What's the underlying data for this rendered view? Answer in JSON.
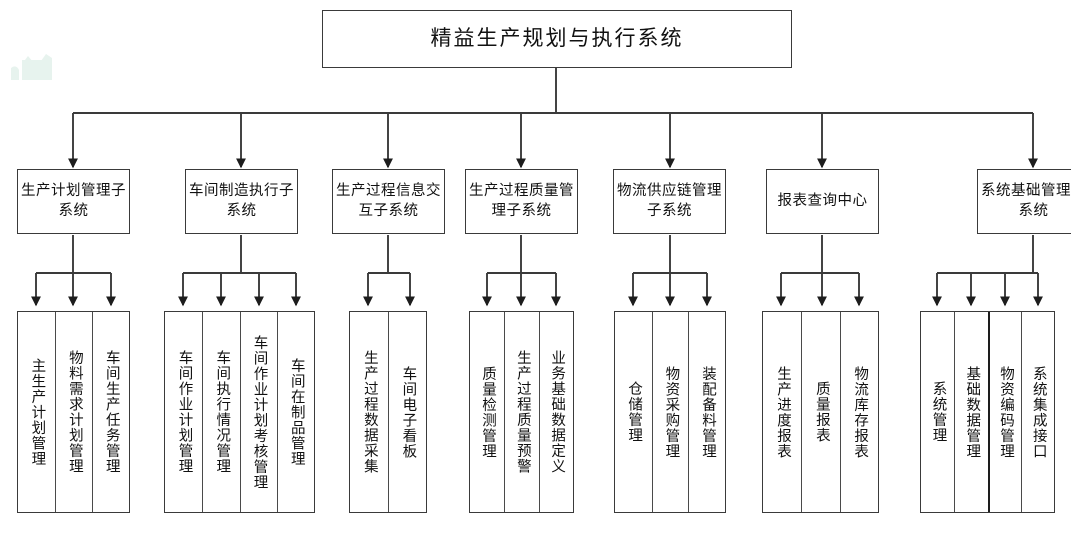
{
  "diagram": {
    "title": "精益生产规划与执行系统",
    "root": {
      "label": "精益生产规划与执行系统"
    },
    "branches": [
      {
        "id": "production-plan",
        "label": "生产计划管理子系统",
        "leaves": [
          "主生产计划管理",
          "物料需求计划管理",
          "车间生产任务管理"
        ]
      },
      {
        "id": "workshop-mes",
        "label": "车间制造执行子系统",
        "leaves": [
          "车间作业计划管理",
          "车间执行情况管理",
          "车间作业计划考核管理",
          "车间在制品管理"
        ]
      },
      {
        "id": "process-info",
        "label": "生产过程信息交互子系统",
        "leaves": [
          "生产过程数据采集",
          "车间电子看板"
        ]
      },
      {
        "id": "process-quality",
        "label": "生产过程质量管理子系统",
        "leaves": [
          "质量检测管理",
          "生产过程质量预警",
          "业务基础数据定义"
        ]
      },
      {
        "id": "logistics-scm",
        "label": "物流供应链管理子系统",
        "leaves": [
          "仓储管理",
          "物资采购管理",
          "装配备料管理"
        ]
      },
      {
        "id": "report-center",
        "label": "报表查询中心",
        "leaves": [
          "生产进度报表",
          "质量报表",
          "物流库存报表"
        ]
      },
      {
        "id": "system-base",
        "label": "系统基础管理子系统",
        "leaves": [
          "系统管理",
          "基础数据管理",
          "物资编码管理",
          "系统集成接口"
        ]
      }
    ],
    "colors": {
      "line": "#3a3a3a",
      "line_strong": "#1d1d1d",
      "box_fill": "#ffffff",
      "background": "#ffffff",
      "watermark": "#e7f3ee"
    }
  }
}
